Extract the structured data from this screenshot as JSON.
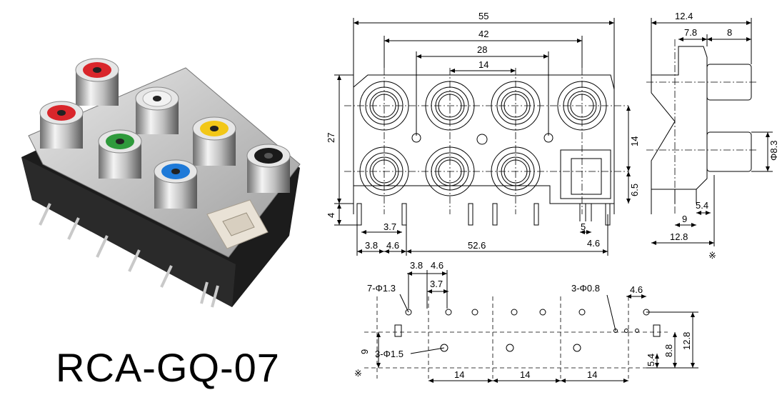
{
  "part_number": "RCA-GQ-07",
  "jack_colors": {
    "red": "#d9262b",
    "white": "#f2f2f2",
    "green": "#2f9a3c",
    "yellow": "#f2c718",
    "blue": "#1f7ad8",
    "black": "#1a1a1a",
    "optical_housing": "#e9e2d6"
  },
  "front_view": {
    "dims_top": [
      "55",
      "42",
      "28",
      "14"
    ],
    "dims_left": [
      "27",
      "4"
    ],
    "dims_right": [
      "14",
      "6.5"
    ],
    "dims_bottom": [
      "3.7",
      "3.8",
      "4.6",
      "52.6",
      "5",
      "4.6"
    ]
  },
  "side_view": {
    "dims_top": [
      "12.4",
      "7.8",
      "8"
    ],
    "dims_right": [
      "Φ8.3"
    ],
    "dims_bottom": [
      "5.4",
      "9",
      "12.8"
    ],
    "mark": "※"
  },
  "footprint": {
    "dims_top": [
      "3.8",
      "4.6",
      "3.7",
      "4.6"
    ],
    "hole_labels": [
      "7-Φ1.3",
      "3-Φ0.8",
      "3-Φ1.5"
    ],
    "dims_left": [
      "9"
    ],
    "dims_right": [
      "5.4",
      "8.8",
      "12.8"
    ],
    "dims_bottom": [
      "14",
      "14",
      "14"
    ],
    "mark": "※"
  }
}
